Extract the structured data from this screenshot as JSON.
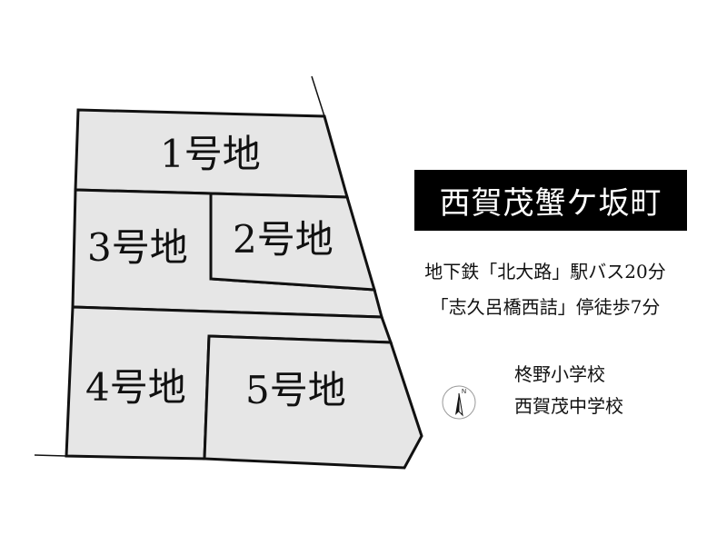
{
  "lots": [
    {
      "id": "lot-1",
      "label": "1号地"
    },
    {
      "id": "lot-2",
      "label": "2号地"
    },
    {
      "id": "lot-3",
      "label": "3号地"
    },
    {
      "id": "lot-4",
      "label": "4号地"
    },
    {
      "id": "lot-5",
      "label": "5号地"
    }
  ],
  "area_name": "西賀茂蟹ケ坂町",
  "access": {
    "line1": "地下鉄「北大路」駅バス20分",
    "line2": "「志久呂橋西詰」停徒歩7分"
  },
  "schools": {
    "elementary": "柊野小学校",
    "junior_high": "西賀茂中学校"
  },
  "compass": {
    "icon": "north-arrow-icon",
    "label": "N"
  },
  "colors": {
    "lot_fill": "#e6e6e6",
    "lot_border": "#111111",
    "badge_background": "#000000",
    "badge_text": "#ffffff"
  }
}
